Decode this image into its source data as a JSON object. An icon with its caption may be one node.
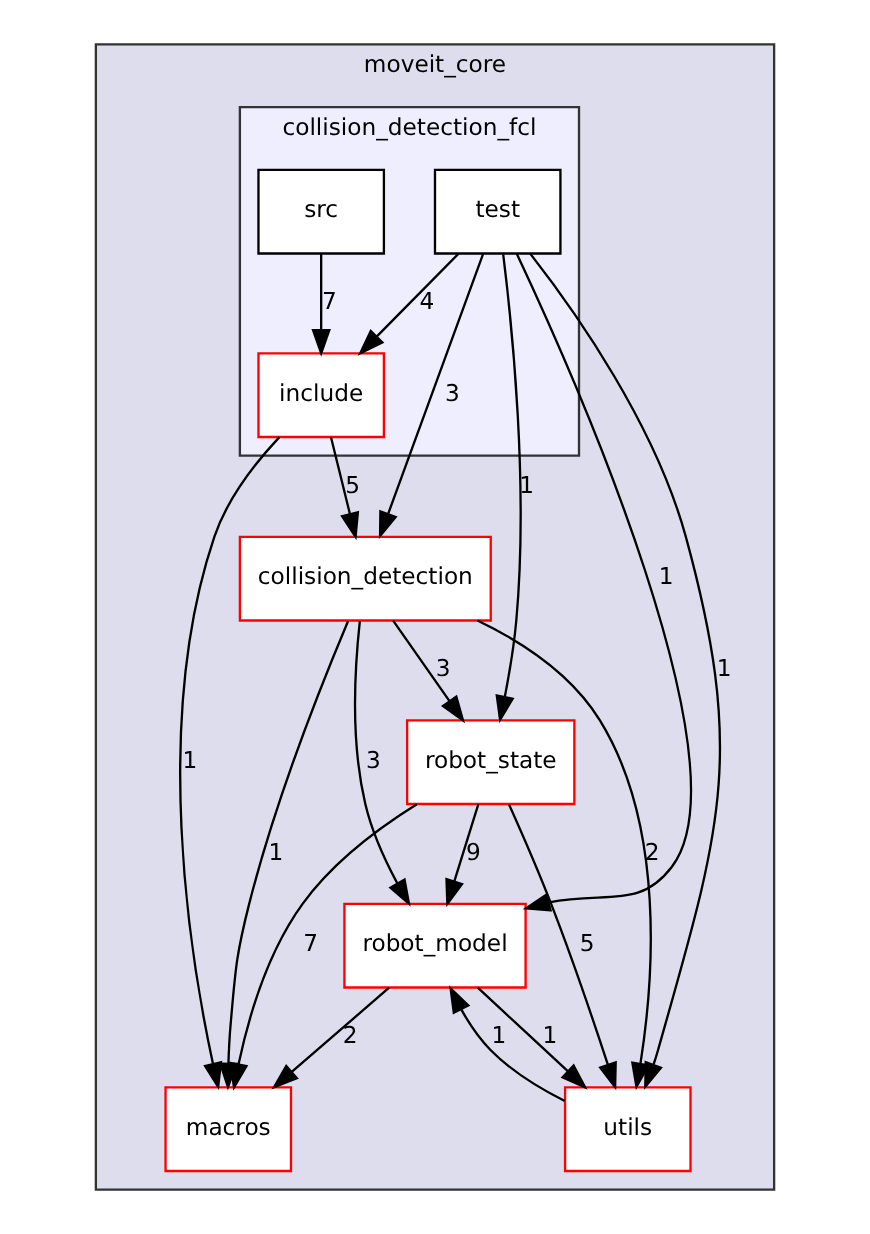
{
  "diagram": {
    "nodes": [
      {
        "text": [
          "moveit_core"
        ]
      },
      {
        "text": [
          "collision_detection_fcl"
        ],
        "in": 0
      },
      {
        "text": [
          "src"
        ],
        "in": 1
      },
      {
        "text": [
          "test"
        ],
        "in": 1
      },
      {
        "text": [
          "include"
        ],
        "in": 1
      },
      {
        "text": [
          "collision_detection"
        ],
        "in": 0
      },
      {
        "text": [
          "robot_state"
        ],
        "in": 0
      },
      {
        "text": [
          "robot_model"
        ],
        "in": 0
      },
      {
        "text": [
          "macros"
        ],
        "in": 0
      },
      {
        "text": [
          "utils"
        ],
        "in": 0
      }
    ],
    "edges": [
      {
        "from": 2,
        "to": 4,
        "arrow": "to",
        "label": "7"
      },
      {
        "from": 3,
        "to": 4,
        "arrow": "to",
        "label": "4"
      },
      {
        "from": 3,
        "to": 5,
        "arrow": "to",
        "label": "3"
      },
      {
        "from": 3,
        "to": 6,
        "arrow": "to",
        "label": "1"
      },
      {
        "from": 3,
        "to": 7,
        "arrow": "to",
        "label": "1"
      },
      {
        "from": 3,
        "to": 9,
        "arrow": "to",
        "label": "1"
      },
      {
        "from": 4,
        "to": 5,
        "arrow": "to",
        "label": "5"
      },
      {
        "from": 4,
        "to": 8,
        "arrow": "to",
        "label": "1"
      },
      {
        "from": 5,
        "to": 6,
        "arrow": "to",
        "label": "3"
      },
      {
        "from": 5,
        "to": 7,
        "arrow": "to",
        "label": "3"
      },
      {
        "from": 5,
        "to": 8,
        "arrow": "to",
        "label": "1"
      },
      {
        "from": 5,
        "to": 9,
        "arrow": "to",
        "label": "2"
      },
      {
        "from": 6,
        "to": 7,
        "arrow": "to",
        "label": "9"
      },
      {
        "from": 6,
        "to": 8,
        "arrow": "to",
        "label": "7"
      },
      {
        "from": 6,
        "to": 9,
        "arrow": "to",
        "label": "5"
      },
      {
        "from": 7,
        "to": 8,
        "arrow": "to",
        "label": "2"
      },
      {
        "from": 7,
        "to": 9,
        "arrow": "to",
        "label": "1"
      },
      {
        "from": 9,
        "to": 7,
        "arrow": "to",
        "label": "1"
      }
    ]
  }
}
